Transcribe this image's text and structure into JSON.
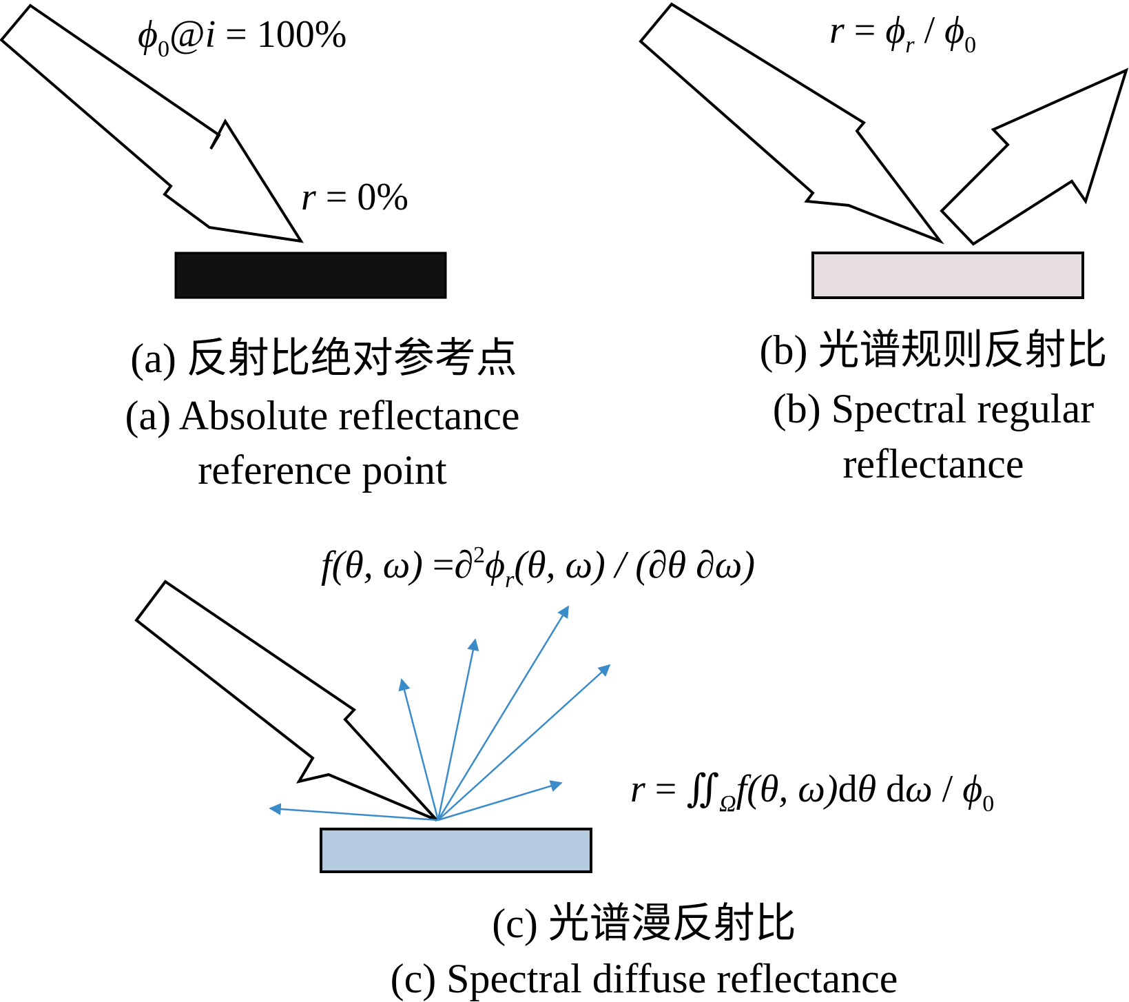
{
  "panel_a": {
    "equation_top_symbol": "ϕ",
    "equation_top_subscript": "0",
    "equation_top_at": "@",
    "equation_top_var": "i",
    "equation_top_rest": " = 100%",
    "equation_r_var": "r",
    "equation_r_rest": " = 0%",
    "caption_cn": "(a) 反射比绝对参考点",
    "caption_en_line1": "(a) Absolute reflectance",
    "caption_en_line2": "reference point",
    "plate_color": "#111111"
  },
  "panel_b": {
    "eq_r": "r",
    "eq_equals": " =  ",
    "eq_phi_r": "ϕ",
    "eq_sub_r": "r",
    "eq_slash": " / ",
    "eq_phi_0": "ϕ",
    "eq_sub_0": "0",
    "caption_cn": "(b) 光谱规则反射比",
    "caption_en_line1": "(b) Spectral regular",
    "caption_en_line2": "reflectance",
    "plate_color": "#e7dfdf"
  },
  "panel_c": {
    "brdf_f": "f",
    "brdf_args": "(θ, ω)",
    "brdf_eq": " =",
    "brdf_partial": "∂",
    "brdf_sup": "2",
    "brdf_phi": "ϕ",
    "brdf_sub_r": "r",
    "brdf_rest": "(θ, ω) / (∂θ  ∂ω)",
    "integral_r": "r",
    "integral_eq": " = ∬",
    "integral_sub": "Ω",
    "integral_f": "f",
    "integral_args": "(θ, ω)",
    "integral_d": "d",
    "integral_theta": "θ",
    "integral_d2": " d",
    "integral_omega": "ω",
    "integral_slash": " / ",
    "integral_phi": "ϕ",
    "integral_sub_0": "0",
    "caption_cn": "(c) 光谱漫反射比",
    "caption_en": "(c) Spectral diffuse reflectance",
    "plate_color": "#b5cbe0",
    "ray_color": "#3a8bc9"
  },
  "icons": {
    "incident_arrow": "outline-arrow-icon",
    "reflected_arrow": "outline-arrow-icon",
    "diffuse_ray": "thin-arrow-icon"
  }
}
